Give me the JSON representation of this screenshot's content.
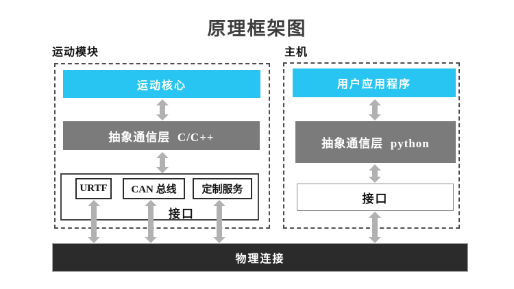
{
  "title": "原理框架图",
  "colors": {
    "cyan": "#29c5f2",
    "gray": "#7b7b7b",
    "arrow": "#b1b1b1",
    "dark_bar": "#2b2b2b",
    "title_color": "#3d3d3d"
  },
  "motion_module": {
    "label": "运动模块",
    "core": "运动核心",
    "comm_layer": "抽象通信层  C/C++",
    "interfaces": [
      "URTF",
      "CAN 总线",
      "定制服务"
    ],
    "interface_label": "接口"
  },
  "host": {
    "label": "主机",
    "app": "用户应用程序",
    "comm_layer": "抽象通信层  python",
    "interface_label": "接口"
  },
  "physical_connection": "物理连接"
}
